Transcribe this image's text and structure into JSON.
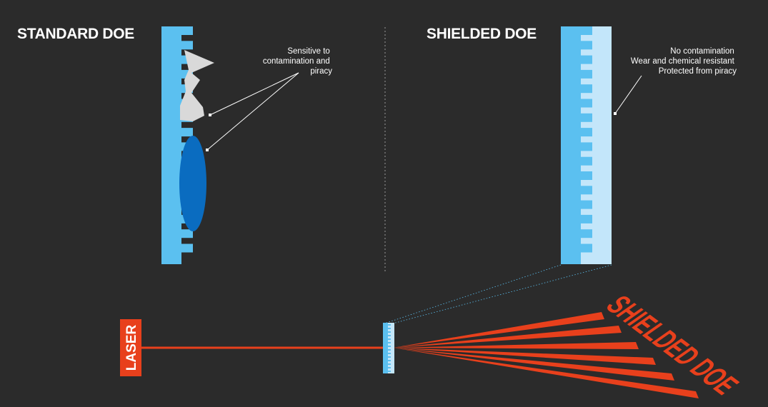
{
  "standard": {
    "title": "STANDARD DOE",
    "note_lines": [
      "Sensitive to",
      "contamination and",
      "piracy"
    ]
  },
  "shielded": {
    "title": "SHIELDED DOE",
    "note_lines": [
      "No contamination",
      "Wear and chemical resistant",
      "Protected from piracy"
    ]
  },
  "laser": {
    "label": "LASER"
  },
  "projection": {
    "text": "SHIELDED DOE"
  },
  "colors": {
    "background": "#2b2b2b",
    "doe_blue": "#5bc0f0",
    "shield_blue": "#c3e6fa",
    "contaminant_blue": "#0a6cc0",
    "contaminant_grey": "#d9d9d9",
    "laser_red": "#e8401c",
    "text": "#ffffff"
  }
}
